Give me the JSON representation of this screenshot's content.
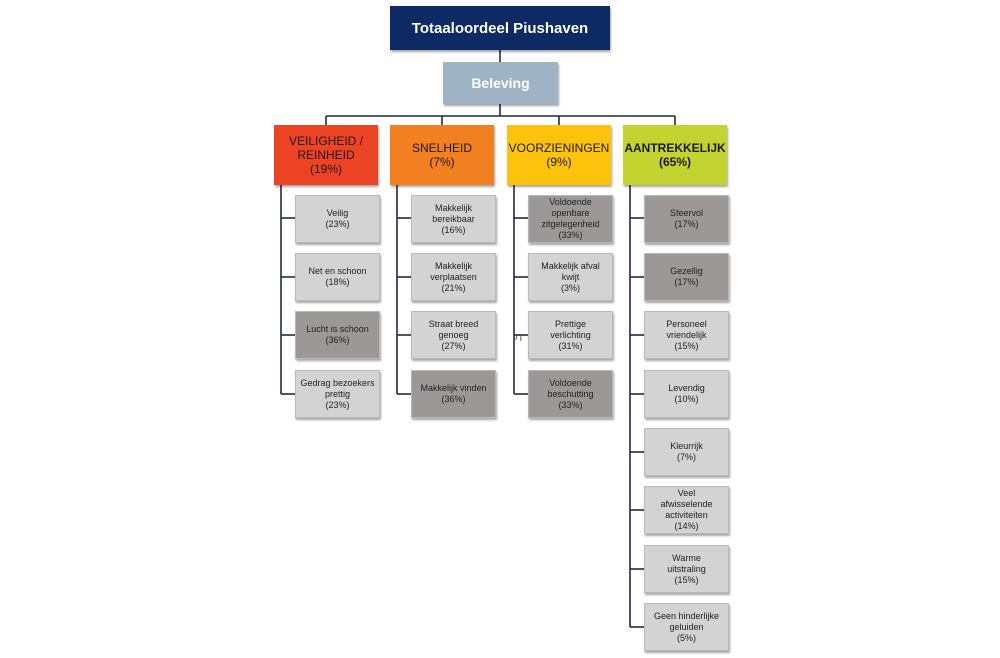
{
  "root": {
    "label": "Totaaloordeel Piushaven",
    "color": "#0d2a64"
  },
  "level1": {
    "label": "Beleving",
    "color": "#9fb3c4"
  },
  "categories": [
    {
      "label": "VEILIGHEID /\nREINHEID\n(19%)",
      "color": "#ec4324",
      "items": [
        {
          "label": "Veilig\n(23%)",
          "shade": "light"
        },
        {
          "label": "Net en schoon\n(18%)",
          "shade": "light"
        },
        {
          "label": "Lucht is schoon\n(36%)",
          "shade": "dark"
        },
        {
          "label": "Gedrag bezoekers\nprettig\n(23%)",
          "shade": "light"
        }
      ]
    },
    {
      "label": "SNELHEID\n(7%)",
      "color": "#f28021",
      "items": [
        {
          "label": "Makkelijk\nbereikbaar\n(16%)",
          "shade": "light"
        },
        {
          "label": "Makkelijk\nverplaatsen\n(21%)",
          "shade": "light"
        },
        {
          "label": "Straat breed\ngenoeg\n(27%)",
          "shade": "light"
        },
        {
          "label": "Makkelijk vinden\n(36%)",
          "shade": "dark"
        }
      ]
    },
    {
      "label": "VOORZIENINGEN\n(9%)",
      "color": "#fdc20c",
      "items": [
        {
          "label": "Voldoende\nopenbare\nzitgelegenheid\n(33%)",
          "shade": "dark"
        },
        {
          "label": "Makkelijk afval\nkwijt\n(3%)",
          "shade": "light"
        },
        {
          "label": "Prettige\nverlichting\n(31%)",
          "shade": "light"
        },
        {
          "label": "Voldoende\nbeschutting\n(33%)",
          "shade": "dark"
        }
      ]
    },
    {
      "label": "AANTREKKELIJK\n(65%)",
      "color": "#c3d32f",
      "items": [
        {
          "label": "Sfeervol\n(17%)",
          "shade": "dark"
        },
        {
          "label": "Gezellig\n(17%)",
          "shade": "dark"
        },
        {
          "label": "Personeel\nvriendelijk\n(15%)",
          "shade": "light"
        },
        {
          "label": "Levendig\n(10%)",
          "shade": "light"
        },
        {
          "label": "Kleurrijk\n(7%)",
          "shade": "light"
        },
        {
          "label": "Veel\nafwisselende\nactiviteiten\n(14%)",
          "shade": "light"
        },
        {
          "label": "Warme\nuitstraling\n(15%)",
          "shade": "light"
        },
        {
          "label": "Geen hinderlijke\ngeluiden\n(5%)",
          "shade": "light"
        }
      ]
    }
  ],
  "stray_mark": "Lo"
}
